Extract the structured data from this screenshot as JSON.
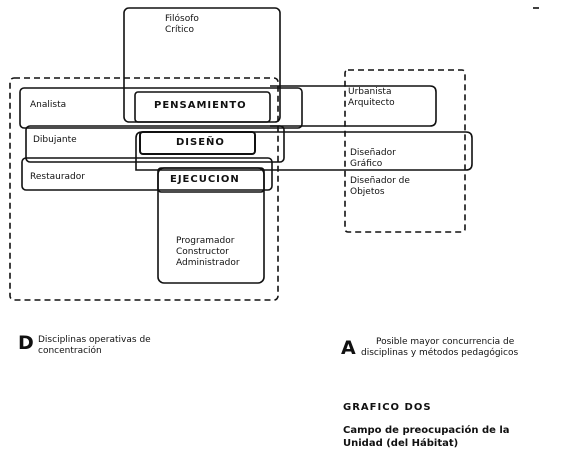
{
  "roles": {
    "filosofo": [
      "Filósofo",
      "Crítico"
    ],
    "analista": "Analista",
    "dibujante": "Dibujante",
    "restaurador": "Restaurador",
    "urbanista": [
      "Urbanista",
      "Arquitecto"
    ],
    "disenador_grafico": [
      "Diseñador",
      "Gráfico"
    ],
    "disenador_objetos": [
      "Diseñador de",
      "Objetos"
    ],
    "programador": [
      "Programador",
      "Constructor",
      "Administrador"
    ]
  },
  "core": {
    "pensamiento": "PENSAMIENTO",
    "diseno": "DISEÑO",
    "ejecucion": "EJECUCION"
  },
  "legend": {
    "d_letter": "D",
    "d_text": [
      "Disciplinas operativas de",
      "concentración"
    ],
    "a_letter": "A",
    "a_text": [
      "Posible mayor concurrencia de",
      "disciplinas y métodos pedagógicos"
    ]
  },
  "title": {
    "line1": "GRAFICO DOS",
    "line2": "Campo de preocupación de la",
    "line3": "Unidad (del Hábitat)"
  }
}
